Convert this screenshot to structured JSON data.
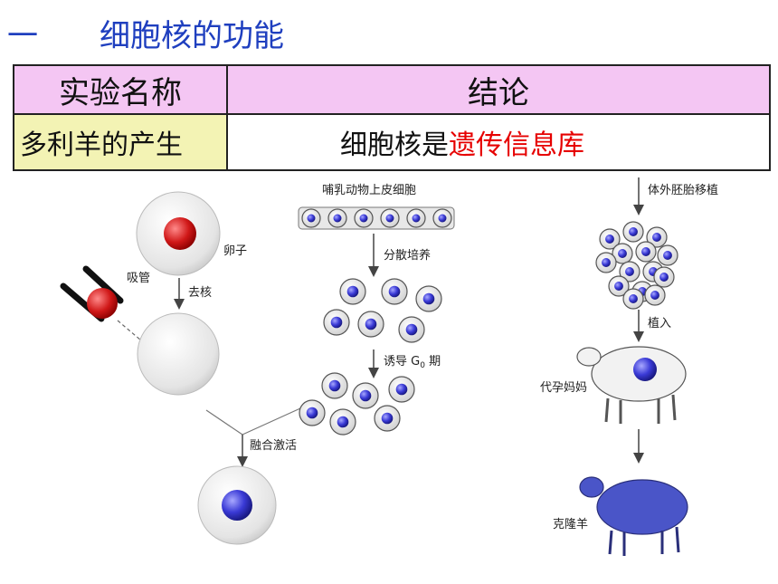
{
  "heading": {
    "number": "一",
    "title": "细胞核的功能"
  },
  "table": {
    "header": {
      "experiment": "实验名称",
      "conclusion": "结论"
    },
    "row": {
      "experiment": "多利羊的产生",
      "conclusion_plain": "细胞核是",
      "conclusion_highlight": "遗传信息库"
    }
  },
  "diagram": {
    "labels": {
      "egg": "卵子",
      "pipette": "吸管",
      "enucleate": "去核",
      "somatic": "哺乳动物上皮细胞",
      "disperse": "分散培养",
      "induce": "诱导",
      "g0": "G",
      "g0_sub": "0",
      "phase": "期",
      "fusion": "融合激活",
      "transplant": "体外胚胎移植",
      "implant": "植入",
      "surrogate": "代孕妈妈",
      "clone": "克隆羊"
    }
  }
}
